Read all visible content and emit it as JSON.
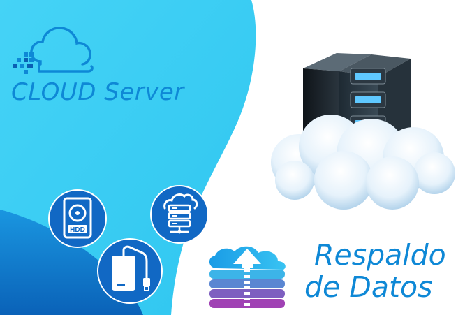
{
  "brand": {
    "title": "CLOUD Server",
    "logo_icon": "cloud-server-logo-icon"
  },
  "hero": {
    "illustration": "server-rack-on-cloud-icon"
  },
  "feature_icons": [
    {
      "name": "hdd-icon",
      "label": "HDD"
    },
    {
      "name": "cloud-server-network-icon"
    },
    {
      "name": "external-drive-usb-icon"
    }
  ],
  "backup": {
    "line1": "Respaldo",
    "line2": "de Datos",
    "icon": "cloud-upload-database-icon"
  },
  "colors": {
    "cyan": "#3fd0f5",
    "light_cyan": "#6fe0f8",
    "blue": "#0e88d6",
    "deep_blue": "#0a5fb4",
    "badge_blue": "#1168c4"
  }
}
